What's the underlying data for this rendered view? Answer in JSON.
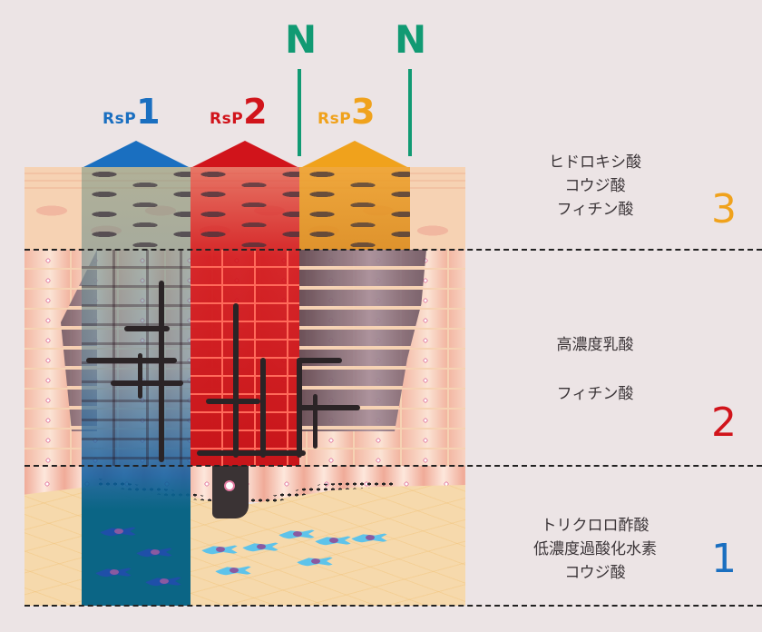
{
  "diagram": {
    "type": "skin-peel-depth-diagram",
    "background_color": "#ece4e5",
    "peels": [
      {
        "prefix": "RsP",
        "number": "1",
        "color": "#1a6fc0",
        "depth_level": "1"
      },
      {
        "prefix": "RsP",
        "number": "2",
        "color": "#d1141b",
        "depth_level": "2"
      },
      {
        "prefix": "RsP",
        "number": "3",
        "color": "#f0a21c",
        "depth_level": "3"
      }
    ],
    "neutralization_marks": [
      {
        "label": "N",
        "color": "#119a73"
      },
      {
        "label": "N",
        "color": "#119a73"
      }
    ],
    "depth_levels": [
      {
        "number": "3",
        "color": "#f0a21c",
        "acids": [
          "ヒドロキシ酸",
          "コウジ酸",
          "フィチン酸"
        ]
      },
      {
        "number": "2",
        "color": "#d1141b",
        "acids": [
          "高濃度乳酸",
          "フィチン酸"
        ]
      },
      {
        "number": "1",
        "color": "#1a6fc0",
        "acids": [
          "トリクロロ酢酸",
          "低濃度過酸化水素",
          "コウジ酸"
        ]
      }
    ]
  }
}
